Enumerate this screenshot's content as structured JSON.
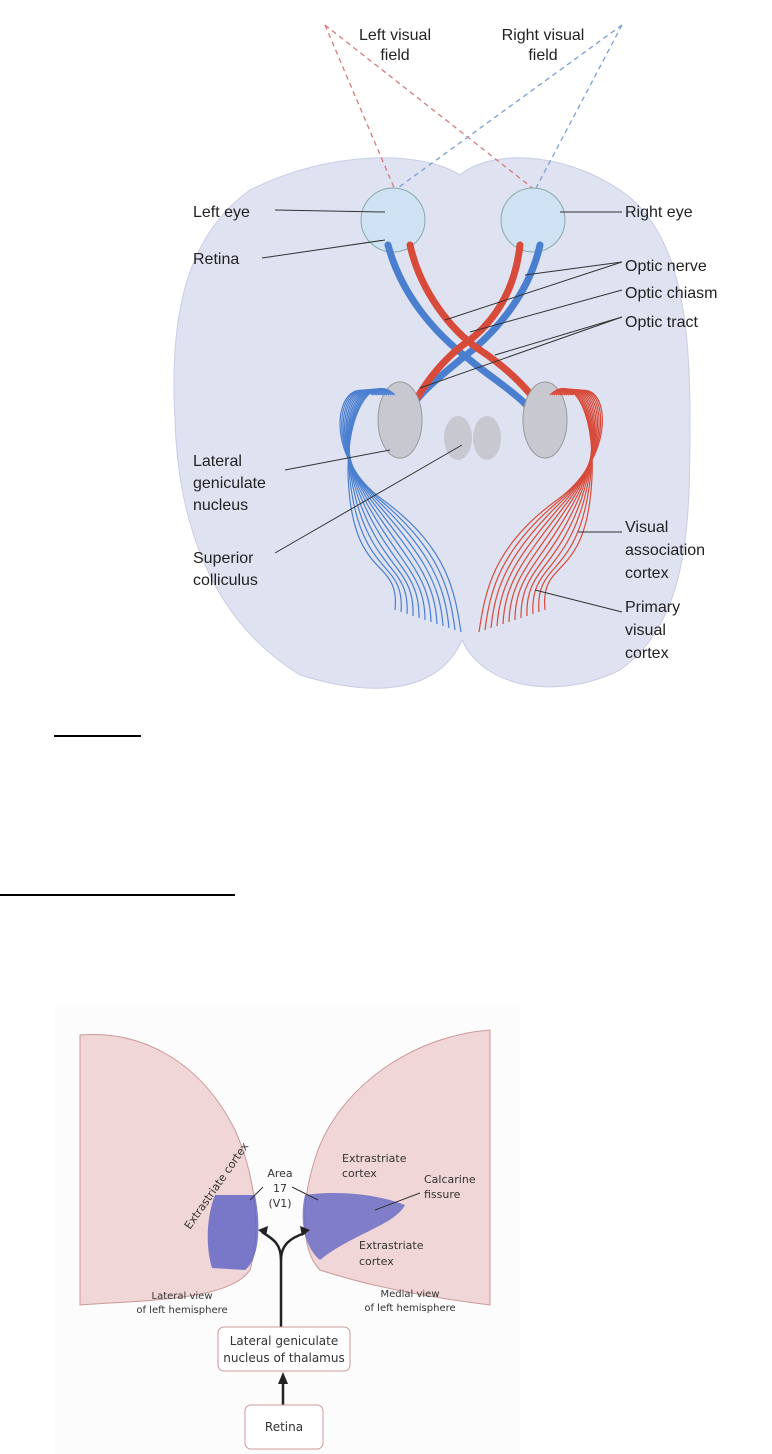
{
  "figure1": {
    "top_labels": {
      "left_visual_field": [
        "Left visual",
        "field"
      ],
      "right_visual_field": [
        "Right visual",
        "field"
      ]
    },
    "left_labels": {
      "left_eye": "Left eye",
      "retina": "Retina",
      "lgn": [
        "Lateral",
        "geniculate",
        "nucleus"
      ],
      "superior_colliculus": [
        "Superior",
        "colliculus"
      ]
    },
    "right_labels": {
      "right_eye": "Right eye",
      "optic_nerve": "Optic nerve",
      "optic_chiasm": "Optic chiasm",
      "optic_tract": "Optic tract",
      "visual_association_cortex": [
        "Visual",
        "association",
        "cortex"
      ],
      "primary_visual_cortex": [
        "Primary",
        "visual",
        "cortex"
      ]
    },
    "colors": {
      "left_pathway": "#4a7fd0",
      "right_pathway": "#d84a3a",
      "brain": "#dfe2f1"
    }
  },
  "figure2": {
    "area17": [
      "Area",
      "17",
      "(V1)"
    ],
    "extrastriate_left": "Extrastriate cortex",
    "extrastriate_top": [
      "Extrastriate",
      "cortex"
    ],
    "calcarine": [
      "Calcarine",
      "fissure"
    ],
    "extrastriate_bottom": [
      "Extrastriate",
      "cortex"
    ],
    "lateral_view": [
      "Lateral view",
      "of left hemisphere"
    ],
    "medial_view": [
      "Medial view",
      "of left hemisphere"
    ],
    "lgn_box": [
      "Lateral geniculate",
      "nucleus of thalamus"
    ],
    "retina_box": "Retina",
    "colors": {
      "v1": "#5b5fc4",
      "brain": "#f0d6d6"
    }
  }
}
